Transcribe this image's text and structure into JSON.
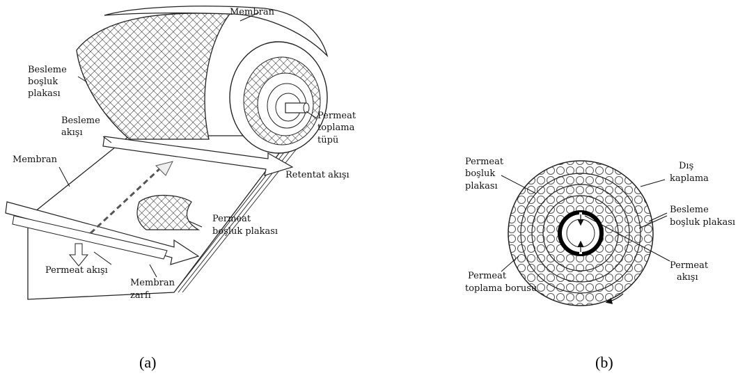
{
  "figure_a": {
    "labels": {
      "membran_top": "Membran",
      "besleme_bosluk_1": "Besleme",
      "besleme_bosluk_2": "boşluk",
      "besleme_bosluk_3": "plakası",
      "besleme_akisi_1": "Besleme",
      "besleme_akisi_2": "akışı",
      "permeat_toplama_1": "Permeat",
      "permeat_toplama_2": "toplama",
      "permeat_toplama_3": "tüpü",
      "membran_left": "Membran",
      "retentat": "Retentat akışı",
      "permeat_bosluk_1": "Permeat",
      "permeat_bosluk_2": "boşluk plakası",
      "permeat_akisi": "Permeat akışı",
      "membran_zarfi_1": "Membran",
      "membran_zarfi_2": "zarfı"
    },
    "caption": "(a)"
  },
  "figure_b": {
    "labels": {
      "permeat_bosluk_1": "Permeat",
      "permeat_bosluk_2": "boşluk",
      "permeat_bosluk_3": "plakası",
      "dis_kaplama_1": "Dış",
      "dis_kaplama_2": "kaplama",
      "besleme_bosluk_1": "Besleme",
      "besleme_bosluk_2": "boşluk plakası",
      "permeat_akisi_1": "Permeat",
      "permeat_akisi_2": "akışı",
      "permeat_toplama_1": "Permeat",
      "permeat_toplama_2": "toplama borusu"
    },
    "caption": "(b)"
  },
  "colors": {
    "ink": "#111111",
    "paper": "#ffffff",
    "shade": "#dcdcdc"
  }
}
